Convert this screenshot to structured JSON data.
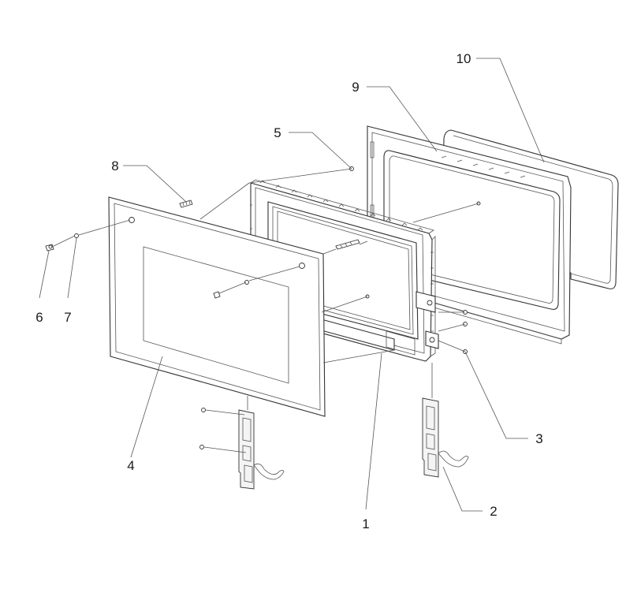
{
  "diagram": {
    "type": "exploded-parts-view",
    "callouts": [
      {
        "id": "label-1",
        "text": "1"
      },
      {
        "id": "label-2",
        "text": "2"
      },
      {
        "id": "label-3",
        "text": "3"
      },
      {
        "id": "label-4",
        "text": "4"
      },
      {
        "id": "label-5",
        "text": "5"
      },
      {
        "id": "label-6",
        "text": "6"
      },
      {
        "id": "label-7",
        "text": "7"
      },
      {
        "id": "label-8",
        "text": "8"
      },
      {
        "id": "label-9",
        "text": "9"
      },
      {
        "id": "label-10",
        "text": "10"
      }
    ]
  }
}
